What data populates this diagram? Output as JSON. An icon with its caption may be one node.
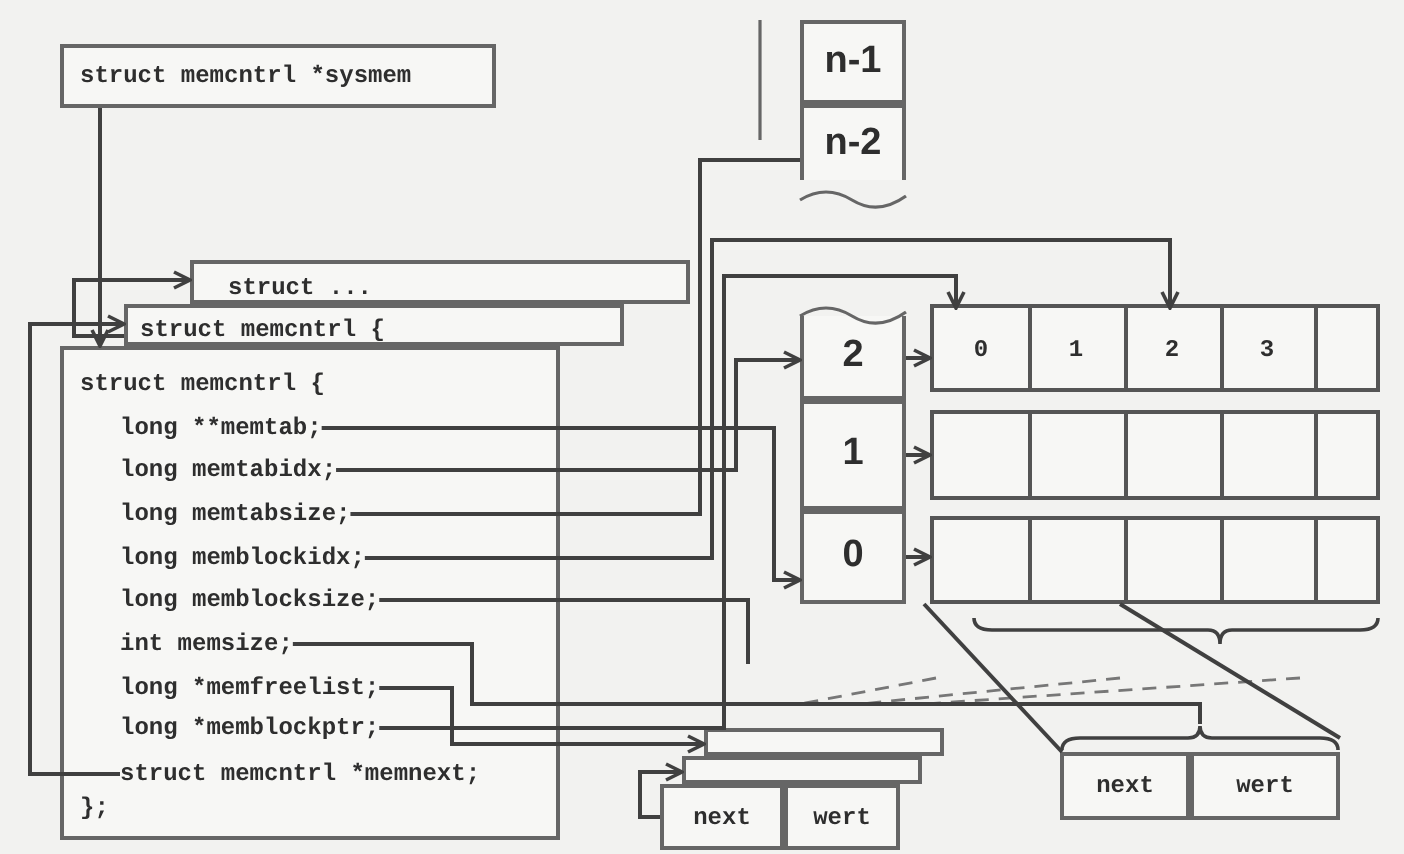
{
  "diagram": {
    "nodes": [
      {
        "text": [
          "struct memcntrl *sysmem"
        ]
      },
      {
        "text": [
          "n-1"
        ]
      },
      {
        "text": [
          "n-2"
        ]
      },
      {
        "text": [
          "2"
        ]
      },
      {
        "text": [
          "1"
        ]
      },
      {
        "text": [
          "0"
        ]
      },
      {
        "text": [
          "struct ..."
        ]
      },
      {
        "text": [
          "struct memcntrl {"
        ]
      },
      {
        "text": [
          "struct memcntrl {",
          "};"
        ]
      },
      {
        "text": [
          "long **memtab;"
        ],
        "in": 8
      },
      {
        "text": [
          "long memtabidx;"
        ],
        "in": 8
      },
      {
        "text": [
          "long memtabsize;"
        ],
        "in": 8
      },
      {
        "text": [
          "long memblockidx;"
        ],
        "in": 8
      },
      {
        "text": [
          "long memblocksize;"
        ],
        "in": 8
      },
      {
        "text": [
          "int memsize;"
        ],
        "in": 8
      },
      {
        "text": [
          "long *memfreelist;"
        ],
        "in": 8
      },
      {
        "text": [
          "long *memblockptr;"
        ],
        "in": 8
      },
      {
        "text": [
          "struct memcntrl *memnext;"
        ],
        "in": 8
      },
      {
        "text": [],
        "shape": "bar"
      },
      {
        "text": [
          "0"
        ],
        "in": 18
      },
      {
        "text": [
          "1"
        ],
        "in": 18
      },
      {
        "text": [
          "2"
        ],
        "in": 18
      },
      {
        "text": [
          "3"
        ],
        "in": 18
      },
      {
        "text": [],
        "shape": "bar"
      },
      {
        "text": [],
        "shape": "bar"
      },
      {
        "text": [],
        "shape": "brace"
      },
      {
        "text": [
          "next"
        ]
      },
      {
        "text": [
          "wert"
        ]
      },
      {
        "text": [],
        "shape": "box"
      },
      {
        "text": [],
        "shape": "box"
      },
      {
        "text": [
          "next"
        ]
      },
      {
        "text": [
          "wert"
        ]
      }
    ],
    "edges": [
      {
        "from": 0,
        "to": 8,
        "arrow": "to"
      },
      {
        "from": 17,
        "to": 7,
        "arrow": "to"
      },
      {
        "from": 7,
        "to": 6,
        "arrow": "to"
      },
      {
        "from": 9,
        "to": 5,
        "arrow": "to"
      },
      {
        "from": 10,
        "to": 3,
        "arrow": "to"
      },
      {
        "from": 11,
        "to": 2,
        "arrow": "none"
      },
      {
        "from": 12,
        "to": 21,
        "arrow": "to"
      },
      {
        "from": 13,
        "to": null,
        "arrow": "none"
      },
      {
        "from": 14,
        "to": 25,
        "arrow": "none"
      },
      {
        "from": 15,
        "to": 28,
        "arrow": "to"
      },
      {
        "from": 16,
        "to": 19,
        "arrow": "to"
      },
      {
        "from": 3,
        "to": 18,
        "arrow": "to"
      },
      {
        "from": 4,
        "to": 23,
        "arrow": "to"
      },
      {
        "from": 5,
        "to": 24,
        "arrow": "to"
      },
      {
        "from": 30,
        "to": 29,
        "arrow": "to"
      },
      {
        "from": 24,
        "to": 26,
        "arrow": "none"
      },
      {
        "from": 24,
        "to": 25,
        "arrow": "none"
      }
    ]
  }
}
